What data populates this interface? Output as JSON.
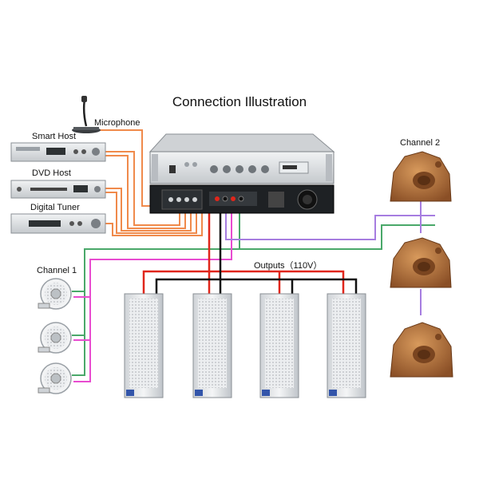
{
  "title": "Connection Illustration",
  "labels": {
    "microphone": "Microphone",
    "smart_host": "Smart Host",
    "dvd_host": "DVD Host",
    "digital_tuner": "Digital Tuner",
    "channel_1": "Channel 1",
    "channel_2": "Channel 2",
    "outputs": "Outputs（110V）"
  },
  "colors": {
    "orange_wire": "#f08a4b",
    "pink_wire": "#e84bd0",
    "green_wire": "#4aa86a",
    "purple_wire": "#a67de0",
    "red_wire": "#e0261b",
    "black_wire": "#111111",
    "rock_speaker": "#b5733f",
    "rack_panel": "#d9dcdf"
  },
  "icons": {
    "microphone": "gooseneck-microphone-icon",
    "source_device": "rack-unit-icon",
    "mixer": "mixer-amplifier-icon",
    "ceiling_speaker": "ceiling-speaker-icon",
    "column_speaker": "column-speaker-icon",
    "rock_speaker": "rock-speaker-icon"
  }
}
